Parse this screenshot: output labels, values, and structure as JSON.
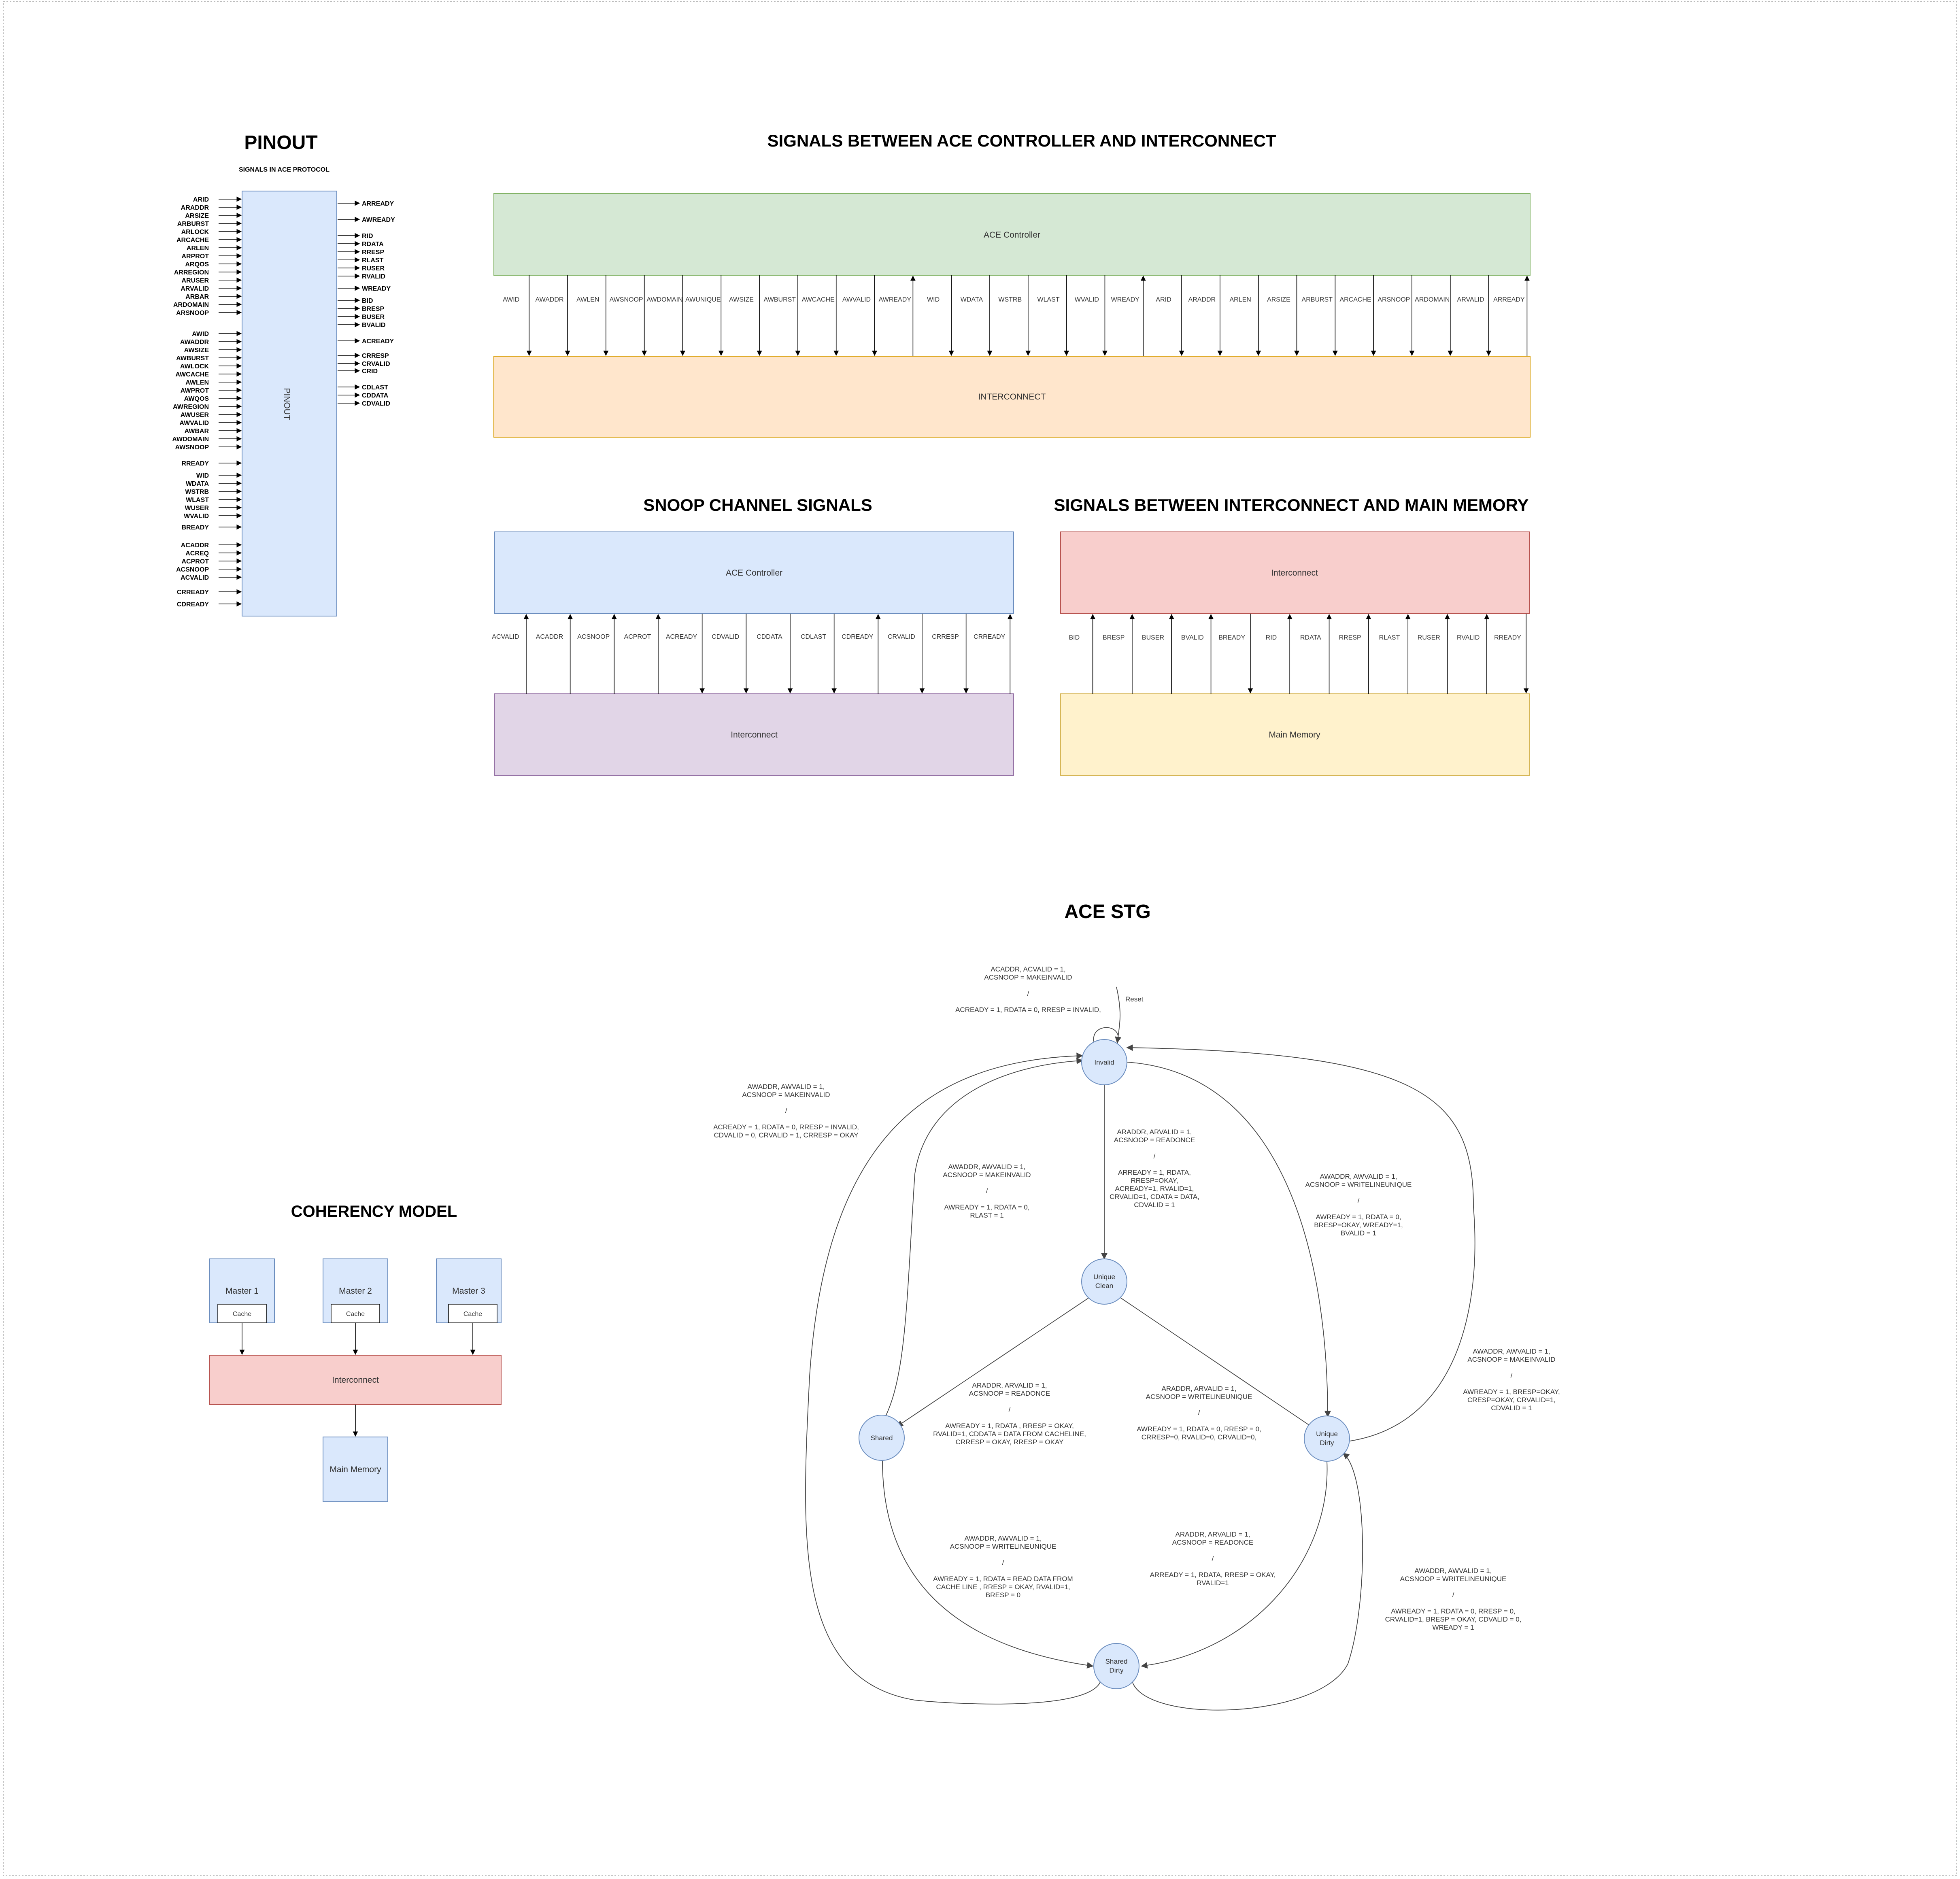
{
  "pinout": {
    "title": "PINOUT",
    "subtitle": "SIGNALS IN ACE PROTOCOL",
    "block_label": "PINOUT",
    "inputs": [
      "ARID",
      "ARADDR",
      "ARSIZE",
      "ARBURST",
      "ARLOCK",
      "ARCACHE",
      "ARLEN",
      "ARPROT",
      "ARQOS",
      "ARREGION",
      "ARUSER",
      "ARVALID",
      "ARBAR",
      "ARDOMAIN",
      "ARSNOOP",
      "AWID",
      "AWADDR",
      "AWSIZE",
      "AWBURST",
      "AWLOCK",
      "AWCACHE",
      "AWLEN",
      "AWPROT",
      "AWQOS",
      "AWREGION",
      "AWUSER",
      "AWVALID",
      "AWBAR",
      "AWDOMAIN",
      "AWSNOOP",
      "RREADY",
      "WID",
      "WDATA",
      "WSTRB",
      "WLAST",
      "WUSER",
      "WVALID",
      "BREADY",
      "ACADDR",
      "ACREQ",
      "ACPROT",
      "ACSNOOP",
      "ACVALID",
      "CRREADY",
      "CDREADY"
    ],
    "outputs": [
      "ARREADY",
      "AWREADY",
      "RID",
      "RDATA",
      "RRESP",
      "RLAST",
      "RUSER",
      "RVALID",
      "WREADY",
      "BID",
      "BRESP",
      "BUSER",
      "BVALID",
      "ACREADY",
      "CRRESP",
      "CRVALID",
      "CRID",
      "CDLAST",
      "CDDATA",
      "CDVALID"
    ]
  },
  "ace_ic": {
    "title": "SIGNALS BETWEEN ACE CONTROLLER AND INTERCONNECT",
    "top_label": "ACE Controller",
    "bottom_label": "INTERCONNECT",
    "signals": [
      {
        "name": "AWID",
        "dir": "down"
      },
      {
        "name": "AWADDR",
        "dir": "down"
      },
      {
        "name": "AWLEN",
        "dir": "down"
      },
      {
        "name": "AWSNOOP",
        "dir": "down"
      },
      {
        "name": "AWDOMAIN",
        "dir": "down"
      },
      {
        "name": "AWUNIQUE",
        "dir": "down"
      },
      {
        "name": "AWSIZE",
        "dir": "down"
      },
      {
        "name": "AWBURST",
        "dir": "down"
      },
      {
        "name": "AWCACHE",
        "dir": "down"
      },
      {
        "name": "AWVALID",
        "dir": "down"
      },
      {
        "name": "AWREADY",
        "dir": "up"
      },
      {
        "name": "WID",
        "dir": "down"
      },
      {
        "name": "WDATA",
        "dir": "down"
      },
      {
        "name": "WSTRB",
        "dir": "down"
      },
      {
        "name": "WLAST",
        "dir": "down"
      },
      {
        "name": "WVALID",
        "dir": "down"
      },
      {
        "name": "WREADY",
        "dir": "up"
      },
      {
        "name": "ARID",
        "dir": "down"
      },
      {
        "name": "ARADDR",
        "dir": "down"
      },
      {
        "name": "ARLEN",
        "dir": "down"
      },
      {
        "name": "ARSIZE",
        "dir": "down"
      },
      {
        "name": "ARBURST",
        "dir": "down"
      },
      {
        "name": "ARCACHE",
        "dir": "down"
      },
      {
        "name": "ARSNOOP",
        "dir": "down"
      },
      {
        "name": "ARDOMAIN",
        "dir": "down"
      },
      {
        "name": "ARVALID",
        "dir": "down"
      },
      {
        "name": "ARREADY",
        "dir": "up"
      }
    ]
  },
  "snoop": {
    "title": "SNOOP CHANNEL SIGNALS",
    "top_label": "ACE Controller",
    "bottom_label": "Interconnect",
    "signals": [
      {
        "name": "ACVALID",
        "dir": "up"
      },
      {
        "name": "ACADDR",
        "dir": "up"
      },
      {
        "name": "ACSNOOP",
        "dir": "up"
      },
      {
        "name": "ACPROT",
        "dir": "up"
      },
      {
        "name": "ACREADY",
        "dir": "down"
      },
      {
        "name": "CDVALID",
        "dir": "down"
      },
      {
        "name": "CDDATA",
        "dir": "down"
      },
      {
        "name": "CDLAST",
        "dir": "down"
      },
      {
        "name": "CDREADY",
        "dir": "up"
      },
      {
        "name": "CRVALID",
        "dir": "down"
      },
      {
        "name": "CRRESP",
        "dir": "down"
      },
      {
        "name": "CRREADY",
        "dir": "up"
      }
    ]
  },
  "ic_mem": {
    "title": "SIGNALS BETWEEN INTERCONNECT AND MAIN MEMORY",
    "top_label": "Interconnect",
    "bottom_label": "Main Memory",
    "signals": [
      {
        "name": "BID",
        "dir": "up"
      },
      {
        "name": "BRESP",
        "dir": "up"
      },
      {
        "name": "BUSER",
        "dir": "up"
      },
      {
        "name": "BVALID",
        "dir": "up"
      },
      {
        "name": "BREADY",
        "dir": "down"
      },
      {
        "name": "RID",
        "dir": "up"
      },
      {
        "name": "RDATA",
        "dir": "up"
      },
      {
        "name": "RRESP",
        "dir": "up"
      },
      {
        "name": "RLAST",
        "dir": "up"
      },
      {
        "name": "RUSER",
        "dir": "up"
      },
      {
        "name": "RVALID",
        "dir": "up"
      },
      {
        "name": "RREADY",
        "dir": "down"
      }
    ]
  },
  "coherency": {
    "title": "COHERENCY MODEL",
    "masters": [
      "Master 1",
      "Master 2",
      "Master 3"
    ],
    "cache_label": "Cache",
    "interconnect": "Interconnect",
    "memory": "Main Memory"
  },
  "stg": {
    "title": "ACE STG",
    "reset_label": "Reset",
    "states": {
      "invalid": "Invalid",
      "unique_clean": [
        "Unique",
        "Clean"
      ],
      "shared": "Shared",
      "unique_dirty": [
        "Unique",
        "Dirty"
      ],
      "shared_dirty": [
        "Shared",
        "Dirty"
      ]
    },
    "transitions": [
      {
        "id": "self",
        "lines": [
          "ACADDR, ACVALID = 1,",
          "ACSNOOP = MAKEINVALID",
          "",
          "/",
          "",
          "ACREADY = 1, RDATA = 0, RRESP = INVALID,"
        ]
      },
      {
        "id": "outer_left",
        "lines": [
          "AWADDR, AWVALID = 1,",
          "ACSNOOP = MAKEINVALID",
          "",
          "/",
          "",
          "ACREADY = 1, RDATA = 0, RRESP = INVALID,",
          "CDVALID = 0, CRVALID = 1, CRRESP = OKAY"
        ]
      },
      {
        "id": "shared_invalid",
        "lines": [
          "AWADDR, AWVALID = 1,",
          "ACSNOOP = MAKEINVALID",
          "",
          "/",
          "",
          "AWREADY = 1, RDATA = 0,",
          "RLAST = 1"
        ]
      },
      {
        "id": "invalid_uc",
        "lines": [
          "ARADDR, ARVALID = 1,",
          "ACSNOOP = READONCE",
          "",
          "/",
          "",
          "ARREADY = 1, RDATA,",
          "RRESP=OKAY,",
          "ACREADY=1, RVALID=1,",
          "CRVALID=1, CDATA = DATA,",
          "CDVALID = 1"
        ]
      },
      {
        "id": "invalid_ud",
        "lines": [
          "AWADDR, AWVALID = 1,",
          "ACSNOOP = WRITELINEUNIQUE",
          "",
          "/",
          "",
          "AWREADY = 1, RDATA = 0,",
          "BRESP=OKAY, WREADY=1,",
          "BVALID = 1"
        ]
      },
      {
        "id": "ud_invalid",
        "lines": [
          "AWADDR, AWVALID = 1,",
          "ACSNOOP = MAKEINVALID",
          "",
          "/",
          "",
          "AWREADY = 1, BRESP=OKAY,",
          "CRESP=OKAY, CRVALID=1,",
          "CDVALID = 1"
        ]
      },
      {
        "id": "uc_shared",
        "lines": [
          "ARADDR, ARVALID = 1,",
          "ACSNOOP = READONCE",
          "",
          "/",
          "",
          "AWREADY = 1, RDATA , RRESP = OKAY,",
          "RVALID=1, CDDATA = DATA FROM CACHELINE,",
          "CRRESP = OKAY, RRESP = OKAY"
        ]
      },
      {
        "id": "uc_ud",
        "lines": [
          "ARADDR, ARVALID = 1,",
          "ACSNOOP = WRITELINEUNIQUE",
          "",
          "/",
          "",
          "AWREADY = 1, RDATA = 0, RRESP = 0,",
          "CRRESP=0, RVALID=0, CRVALID=0,"
        ]
      },
      {
        "id": "shared_sd",
        "lines": [
          "AWADDR, AWVALID = 1,",
          "ACSNOOP = WRITELINEUNIQUE",
          "",
          "/",
          "",
          "AWREADY = 1, RDATA = READ DATA FROM",
          "CACHE LINE , RRESP = OKAY,  RVALID=1,",
          "BRESP = 0"
        ]
      },
      {
        "id": "ud_sd",
        "lines": [
          "ARADDR, ARVALID = 1,",
          "ACSNOOP = READONCE",
          "",
          "/",
          "",
          "ARREADY = 1, RDATA, RRESP = OKAY,",
          "RVALID=1"
        ]
      },
      {
        "id": "sd_ud",
        "lines": [
          "AWADDR, AWVALID = 1,",
          "ACSNOOP = WRITELINEUNIQUE",
          "",
          "/",
          "",
          "AWREADY = 1, RDATA = 0, RRESP = 0,",
          "CRVALID=1, BRESP = OKAY, CDVALID = 0,",
          "WREADY = 1"
        ]
      }
    ]
  },
  "colors": {
    "green_fill": "#d5e8d4",
    "green_stroke": "#82b366",
    "orange_fill": "#ffe6cc",
    "orange_stroke": "#d79b00",
    "blue_fill": "#dae8fc",
    "blue_stroke": "#6c8ebf",
    "purple_fill": "#e1d5e7",
    "purple_stroke": "#9673a6",
    "red_fill": "#f8cecc",
    "red_stroke": "#b85450",
    "yellow_fill": "#fff2cc",
    "yellow_stroke": "#d6b656"
  }
}
